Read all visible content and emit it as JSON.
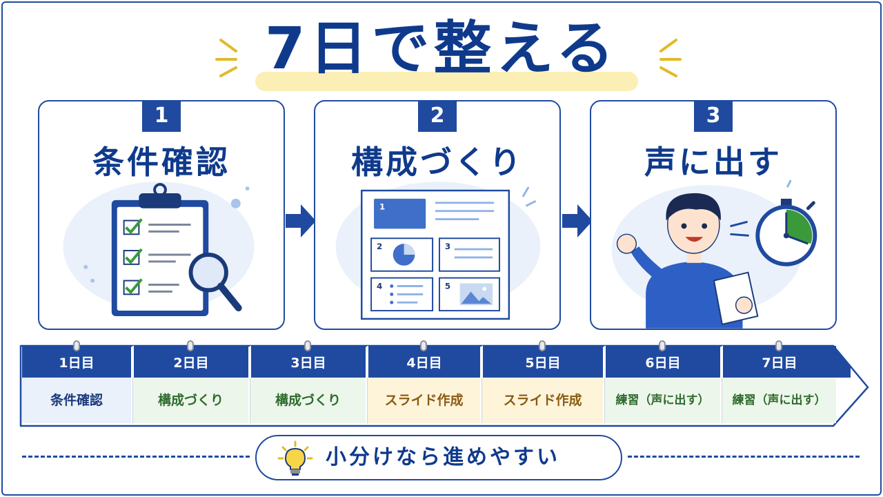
{
  "title": "7日で整える",
  "steps": [
    {
      "num": "1",
      "title": "条件確認"
    },
    {
      "num": "2",
      "title": "構成づくり",
      "slide_numbers": [
        "1",
        "2",
        "3",
        "4",
        "5"
      ]
    },
    {
      "num": "3",
      "title": "声に出す"
    }
  ],
  "days": [
    {
      "day": "1日目",
      "task": "条件確認"
    },
    {
      "day": "2日目",
      "task": "構成づくり"
    },
    {
      "day": "3日目",
      "task": "構成づくり"
    },
    {
      "day": "4日目",
      "task": "スライド作成"
    },
    {
      "day": "5日目",
      "task": "スライド作成"
    },
    {
      "day": "6日目",
      "task": "練習（声に出す）"
    },
    {
      "day": "7日目",
      "task": "練習（声に出す）"
    }
  ],
  "tip": "小分けなら進めやすい",
  "colors": {
    "primary": "#1f4aa0",
    "title": "#0f3a8c",
    "check": "#3a9a3a",
    "body_blue": "#eaf1fb",
    "body_green": "#edf6ea",
    "body_yellow": "#fdf4d9"
  },
  "icons": [
    "clipboard-checklist-icon",
    "magnifier-icon",
    "slide-layout-icon",
    "pie-chart-icon",
    "image-icon",
    "presenter-person-icon",
    "stopwatch-icon",
    "arrow-right-icon",
    "lightbulb-icon"
  ]
}
